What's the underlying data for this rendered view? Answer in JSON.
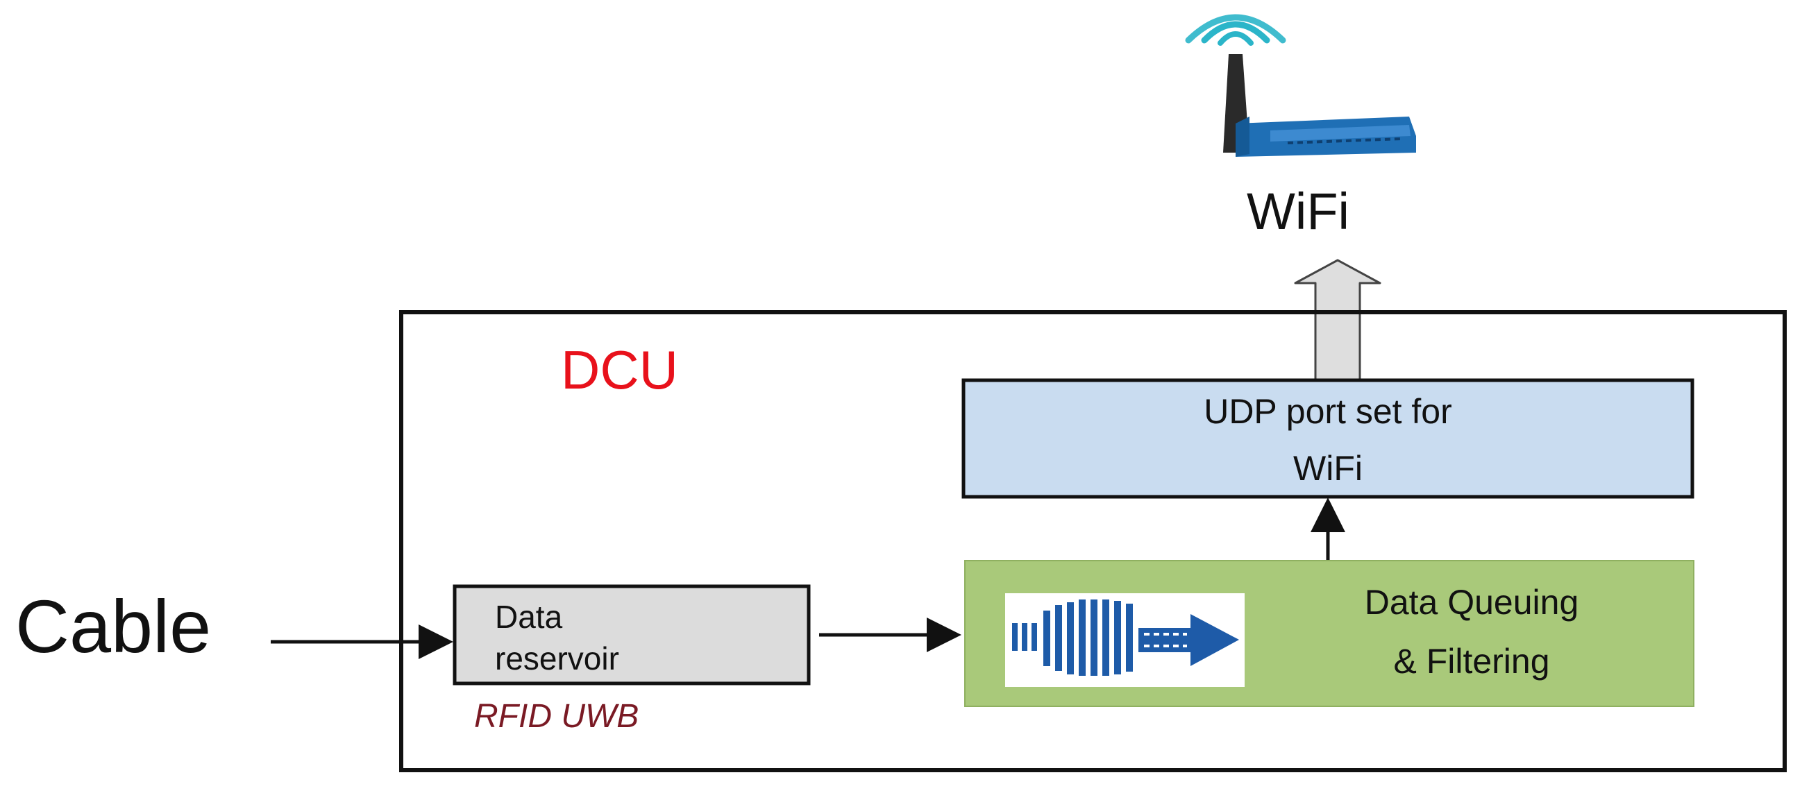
{
  "labels": {
    "wifi_title": "WiFi",
    "dcu": "DCU",
    "udp_line1": "UDP port set for",
    "udp_line2": "WiFi",
    "queue_line1": "Data Queuing",
    "queue_line2": "& Filtering",
    "cable": "Cable",
    "reservoir_line1": "Data",
    "reservoir_line2": "reservoir",
    "rfid_uwb": "RFID UWB"
  },
  "icons": {
    "router": "wifi-router-icon",
    "queue": "data-queue-icon"
  },
  "colors": {
    "dcu_label": "#e8111b",
    "rfid_label": "#7a1a24",
    "udp_fill": "#c9dcf0",
    "queue_fill": "#a9c97a",
    "reservoir_fill": "#dcdcdc",
    "router_body": "#1f6fb5",
    "wifi_waves": "#2bb5c9",
    "queue_icon": "#1e5ba8",
    "up_arrow_fill": "#dedede"
  }
}
